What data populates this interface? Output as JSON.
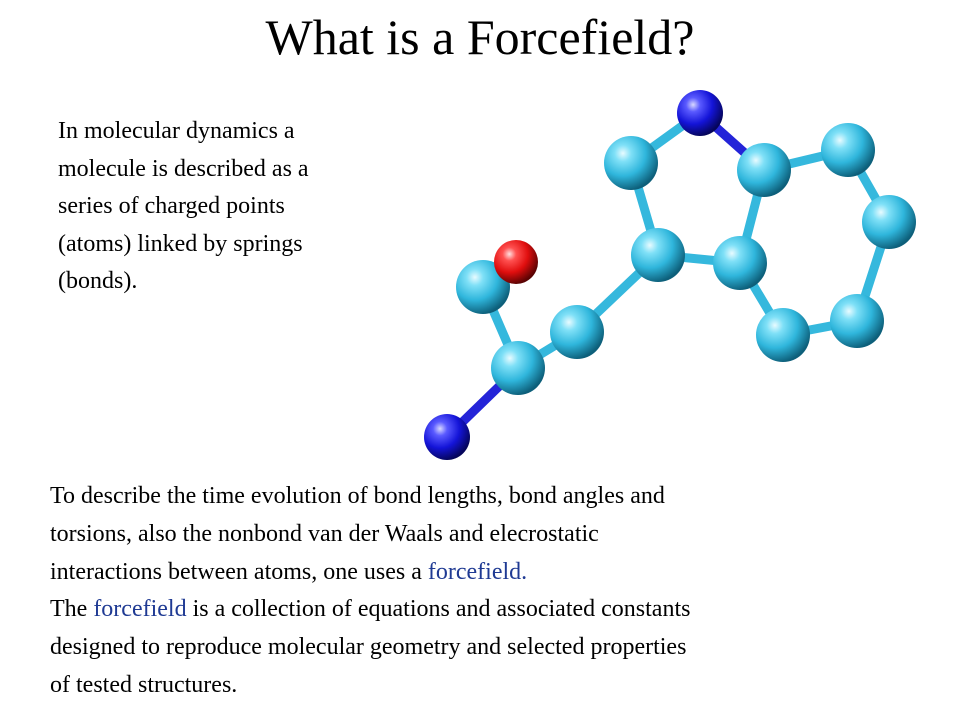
{
  "slide": {
    "title": "What is a Forcefield?",
    "intro_lines": [
      "In molecular dynamics a",
      "molecule is described as a",
      "series of charged points",
      "(atoms) linked by springs",
      "(bonds)."
    ],
    "body": {
      "line1": "To describe the time evolution of bond lengths, bond angles and",
      "line2": "torsions, also the nonbond van der Waals and elecrostatic",
      "line3_pre": "interactions between atoms, one uses a ",
      "line3_kw": "forcefield.",
      "line4_pre": "The ",
      "line4_kw": "forcefield",
      "line4_post": " is a collection of equations and associated constants",
      "line5": "designed to reproduce molecular geometry and selected properties",
      "line6": "of tested structures."
    },
    "colors": {
      "keyword": "#1f3a93",
      "carbon_atom": "#3cc3e6",
      "nitrogen_atom": "#1a1ae0",
      "oxygen_atom": "#e01010"
    }
  }
}
